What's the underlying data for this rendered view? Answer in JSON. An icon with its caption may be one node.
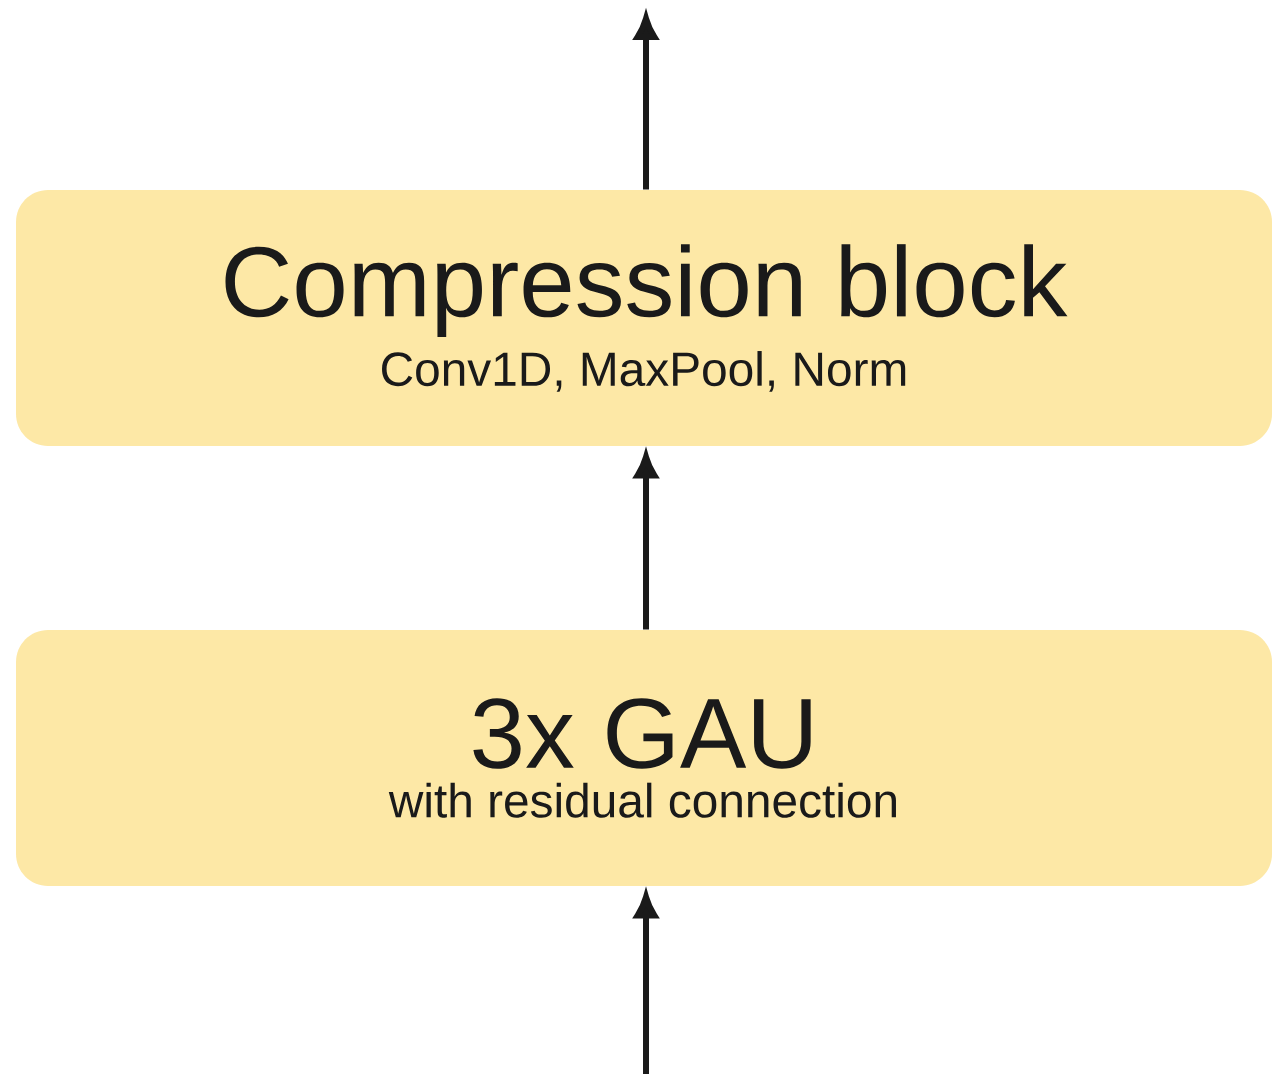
{
  "diagram": {
    "nodes": [
      {
        "text": [
          "Compression block",
          "Conv1D, MaxPool, Norm"
        ]
      },
      {
        "text": [
          "3x GAU",
          "with residual connection"
        ]
      }
    ],
    "edges": [
      {
        "from": 0,
        "to": null,
        "arrow": "to"
      },
      {
        "from": 1,
        "to": 0,
        "arrow": "to"
      },
      {
        "from": null,
        "to": 1,
        "arrow": "to"
      }
    ]
  }
}
